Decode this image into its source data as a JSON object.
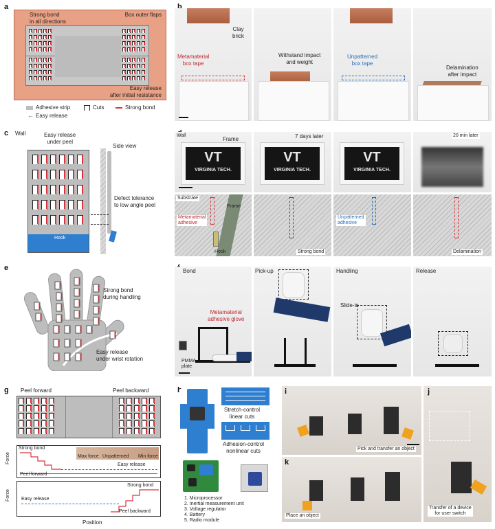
{
  "panels": {
    "a": {
      "label": "a",
      "strong_bond_all": "Strong bond\nin all directions",
      "outer_flaps": "Box outer flaps",
      "easy_release_after": "Easy release\nafter initial resistance",
      "legend": {
        "adhesive_strip": "Adhesive strip",
        "cuts": "Cuts",
        "strong_bond": "Strong bond",
        "easy_release": "Easy release"
      }
    },
    "b": {
      "label": "b",
      "clay_brick": "Clay\nbrick",
      "meta_tape": "Metamaterial\nbox tape",
      "withstand": "Withstand impact\nand weight",
      "unpatterned_tape": "Unpatterned\nbox tape",
      "delamination": "Delamination\nafter impact"
    },
    "c": {
      "label": "c",
      "wall": "Wall",
      "easy_release_peel": "Easy release\nunder peel",
      "side_view": "Side view",
      "defect_tolerance": "Defect tolerance\nto low angle peel",
      "hook": "Hook"
    },
    "d": {
      "label": "d",
      "wall": "Wall",
      "frame": "Frame",
      "days_later": "7 days later",
      "min_later": "20 min later",
      "vt_logo": "VT",
      "vt_name": "VIRGINIA TECH.",
      "substrate": "Substrate",
      "frame2": "Frame",
      "meta_adhesive": "Metamaterial\nadhesive",
      "hook": "Hook",
      "unpatterned_adhesive": "Unpatterned\nadhesive",
      "strong_bond": "Strong bond",
      "delamination": "Delamination"
    },
    "e": {
      "label": "e",
      "strong_bond_handling": "Strong bond\nduring handling",
      "easy_release_wrist": "Easy release\nunder wrist rotation"
    },
    "f": {
      "label": "f",
      "bond": "Bond",
      "pickup": "Pick-up",
      "handling": "Handling",
      "release": "Release",
      "meta_glove": "Metamaterial\nadhesive glove",
      "pmma": "PMMA\nplate",
      "slide_in": "Slide-in"
    },
    "g": {
      "label": "g",
      "peel_forward_top": "Peel forward",
      "peel_backward_top": "Peel backward",
      "force": "Force",
      "force2": "Force",
      "strong_bond1": "Strong bond",
      "max_force": "Max force",
      "unpatterned": "Unpatterned",
      "min_force": "Min force",
      "easy_release1": "Easy release",
      "peel_forward": "Peel forward",
      "strong_bond2": "Strong bond",
      "easy_release2": "Easy release",
      "peel_backward": "Peel backward",
      "position": "Position"
    },
    "h": {
      "label": "h",
      "stretch_control": "Stretch-control\nlinear cuts",
      "adhesion_control": "Adhesion-control\nnonlinear cuts",
      "items": [
        "1. Microprocessor",
        "2. Inertial measurement unit",
        "3. Voltage regulator",
        "4. Battery",
        "5. Radio module"
      ]
    },
    "i": {
      "label": "i",
      "caption": "Pick and transfer an object"
    },
    "j": {
      "label": "j",
      "caption": "Transfer of a device\nfor user switch"
    },
    "k": {
      "label": "k",
      "caption": "Place an object"
    }
  },
  "colors": {
    "panel_a_bg": "#e9a186",
    "strong_bond": "#d8343c",
    "easy_release": "#2b6fb6",
    "adhesive": "#bdbdbd",
    "blue_glove": "#2f7fd0"
  }
}
